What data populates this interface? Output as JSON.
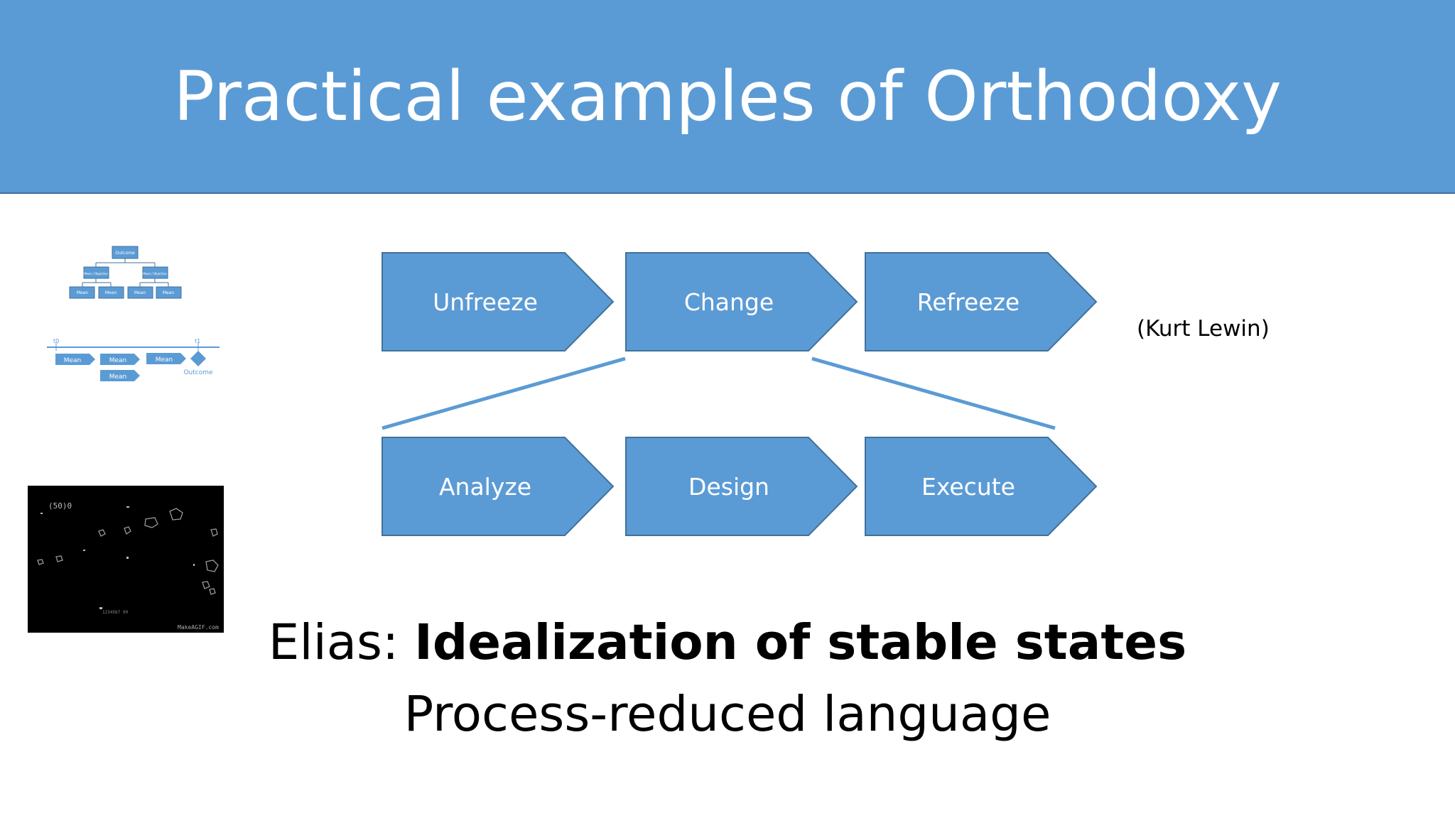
{
  "slide": {
    "title": "Practical examples of Orthodoxy",
    "attribution": "(Kurt Lewin)",
    "caption": {
      "prefix": "Elias: ",
      "bold": "Idealization of stable states",
      "line2": "Process-reduced language"
    }
  },
  "diagram": {
    "top_row": [
      "Unfreeze",
      "Change",
      "Refreeze"
    ],
    "bottom_row": [
      "Analyze",
      "Design",
      "Execute"
    ],
    "colors": {
      "fill": "#5b9bd5",
      "stroke": "#41719c",
      "title_bar": "#5b9bd5"
    }
  },
  "thumbnails": {
    "hierarchy": {
      "root": "Outcome",
      "level2": [
        "Mean / Objective",
        "Mean / Objective"
      ],
      "level3": [
        "Mean",
        "Mean",
        "Mean",
        "Mean"
      ]
    },
    "timeline": {
      "start": "t0",
      "end": "t1",
      "means": [
        "Mean",
        "Mean",
        "Mean",
        "Mean"
      ],
      "outcome": "Outcome"
    },
    "game": {
      "score": "(50)0",
      "footer": "MakeAGIF.com"
    }
  }
}
